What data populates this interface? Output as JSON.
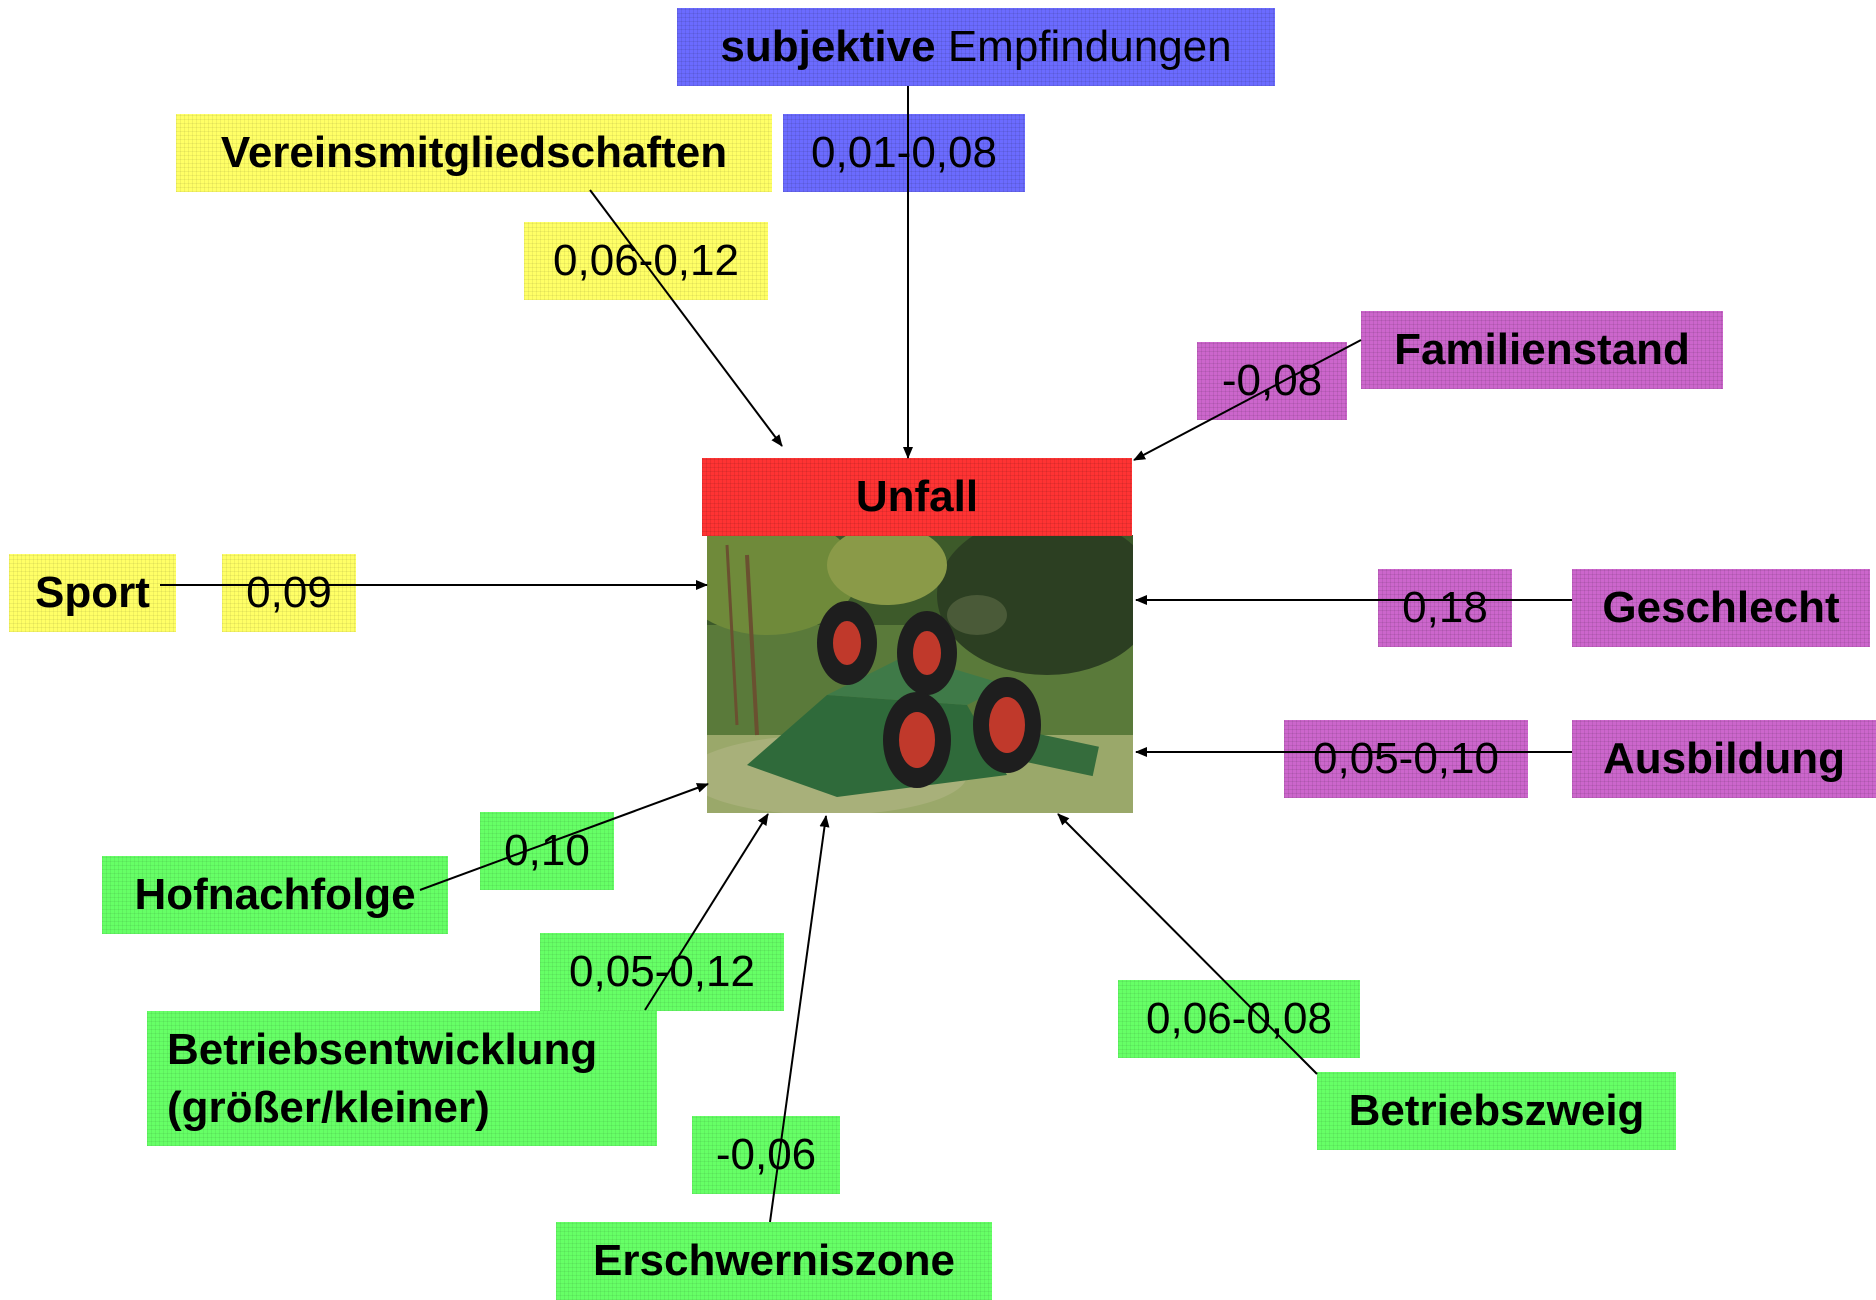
{
  "center": {
    "title": "Unfall",
    "photo": "overturned-tractor-photo"
  },
  "factors": {
    "subjektive": {
      "bold": "subjektive",
      "normal": " Empfindungen",
      "value": "0,01-0,08"
    },
    "verein": {
      "label": "Vereinsmitgliedschaften",
      "value": "0,06-0,12"
    },
    "familienstand": {
      "label": "Familienstand",
      "value": "-0,08"
    },
    "sport": {
      "label": "Sport",
      "value": "0,09"
    },
    "geschlecht": {
      "label": "Geschlecht",
      "value": "0,18"
    },
    "ausbildung": {
      "label": "Ausbildung",
      "value": "0,05-0,10"
    },
    "hofnachfolge": {
      "label": "Hofnachfolge",
      "value": "0,10"
    },
    "betriebsentwicklung": {
      "label_line1": "Betriebsentwicklung",
      "label_line2": "(größer/kleiner)",
      "value": "0,05-0,12"
    },
    "erschwerniszone": {
      "label": "Erschwerniszone",
      "value": "-0,06"
    },
    "betriebszweig": {
      "label": "Betriebszweig",
      "value": "0,06-0,08"
    }
  },
  "colors": {
    "yellow": "#ffff66",
    "blue": "#6b6bff",
    "purple": "#cc66cc",
    "green": "#66ff66",
    "red": "#ff3333"
  }
}
